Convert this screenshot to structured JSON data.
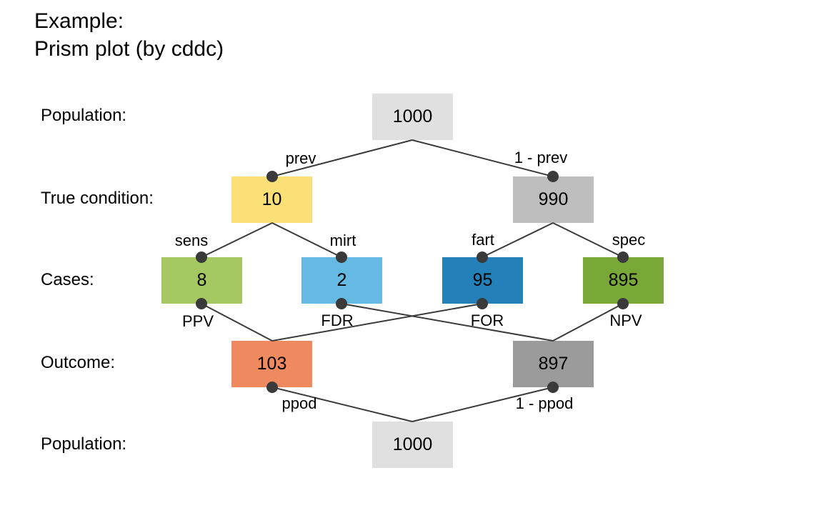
{
  "title": {
    "line1": "Example:",
    "line2": "Prism plot (by cddc)"
  },
  "row_labels": [
    {
      "id": "population-top",
      "text": "Population:"
    },
    {
      "id": "true-condition",
      "text": "True condition:"
    },
    {
      "id": "cases",
      "text": "Cases:"
    },
    {
      "id": "outcome",
      "text": "Outcome:"
    },
    {
      "id": "population-bottom",
      "text": "Population:"
    }
  ],
  "nodes": [
    {
      "id": "population-top",
      "value": "1000",
      "color": "#e0e0e0"
    },
    {
      "id": "cond-true",
      "value": "10",
      "color": "#fae077"
    },
    {
      "id": "cond-false",
      "value": "990",
      "color": "#bebebe"
    },
    {
      "id": "hit",
      "value": "8",
      "color": "#a5c863"
    },
    {
      "id": "miss",
      "value": "2",
      "color": "#64bae2"
    },
    {
      "id": "false-alarm",
      "value": "95",
      "color": "#2380b8"
    },
    {
      "id": "correct-rejection",
      "value": "895",
      "color": "#79a838"
    },
    {
      "id": "decision-positive",
      "value": "103",
      "color": "#ef8a60"
    },
    {
      "id": "decision-negative",
      "value": "897",
      "color": "#9b9b9b"
    },
    {
      "id": "population-bottom",
      "value": "1000",
      "color": "#e0e0e0"
    }
  ],
  "edges": [
    {
      "label": "prev",
      "from": "1000",
      "to": "10"
    },
    {
      "label": "1 - prev",
      "from": "1000",
      "to": "990"
    },
    {
      "label": "sens",
      "from": "10",
      "to": "8"
    },
    {
      "label": "mirt",
      "from": "10",
      "to": "2"
    },
    {
      "label": "fart",
      "from": "990",
      "to": "95"
    },
    {
      "label": "spec",
      "from": "990",
      "to": "895"
    },
    {
      "label": "PPV",
      "from": "8",
      "to": "103"
    },
    {
      "label": "FDR",
      "from": "2",
      "to": "897"
    },
    {
      "label": "FOR",
      "from": "95",
      "to": "103"
    },
    {
      "label": "NPV",
      "from": "895",
      "to": "897"
    },
    {
      "label": "ppod",
      "from": "103",
      "to": "1000"
    },
    {
      "label": "1 - ppod",
      "from": "897",
      "to": "1000"
    }
  ]
}
